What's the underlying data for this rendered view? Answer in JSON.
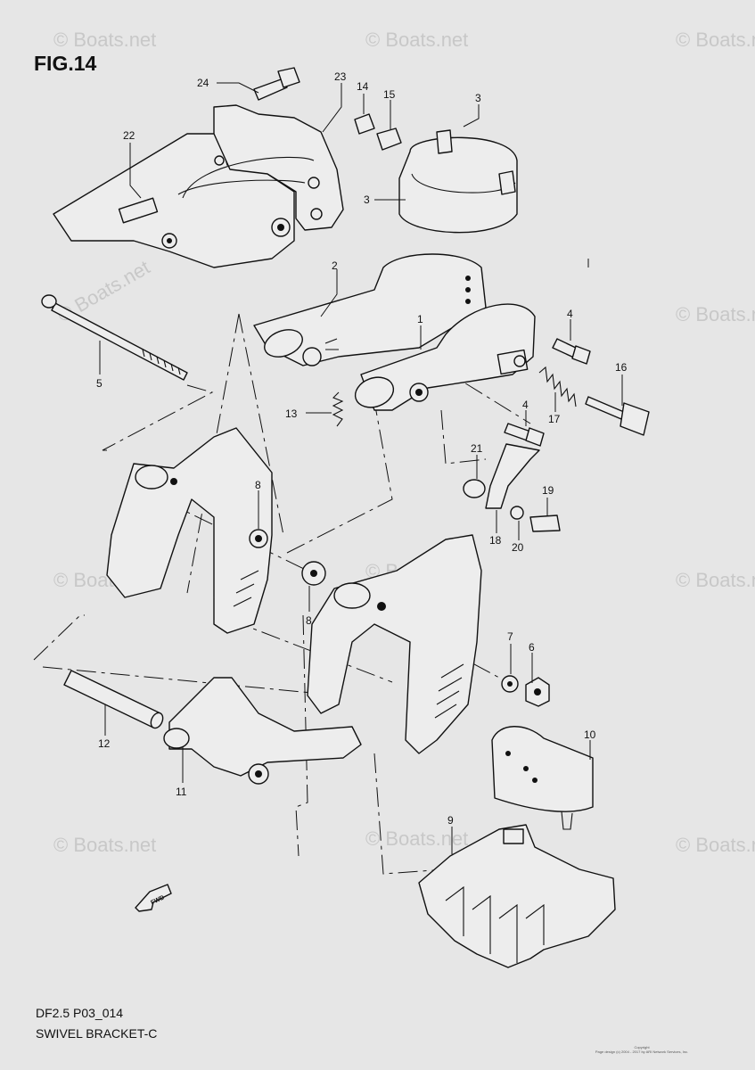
{
  "figure": {
    "title": "FIG.14",
    "model_code": "DF2.5 P03_014",
    "name": "SWIVEL BRACKET-C"
  },
  "watermark": {
    "text": "© Boats.net"
  },
  "copyright": {
    "line1": "Copyright",
    "line2": "Page design (c) 2004 - 2017 by ARI Network Services, Inc."
  },
  "fwd_arrow": {
    "label": "FWD"
  },
  "callouts": [
    "24",
    "23",
    "14",
    "15",
    "3",
    "22",
    "3",
    "2",
    "1",
    "4",
    "16",
    "5",
    "13",
    "17",
    "4",
    "21",
    "19",
    "8",
    "18",
    "20",
    "8",
    "7",
    "6",
    "12",
    "10",
    "11",
    "9"
  ],
  "colors": {
    "background": "#e6e6e6",
    "line": "#111111",
    "watermark": "#c8c8c8"
  }
}
